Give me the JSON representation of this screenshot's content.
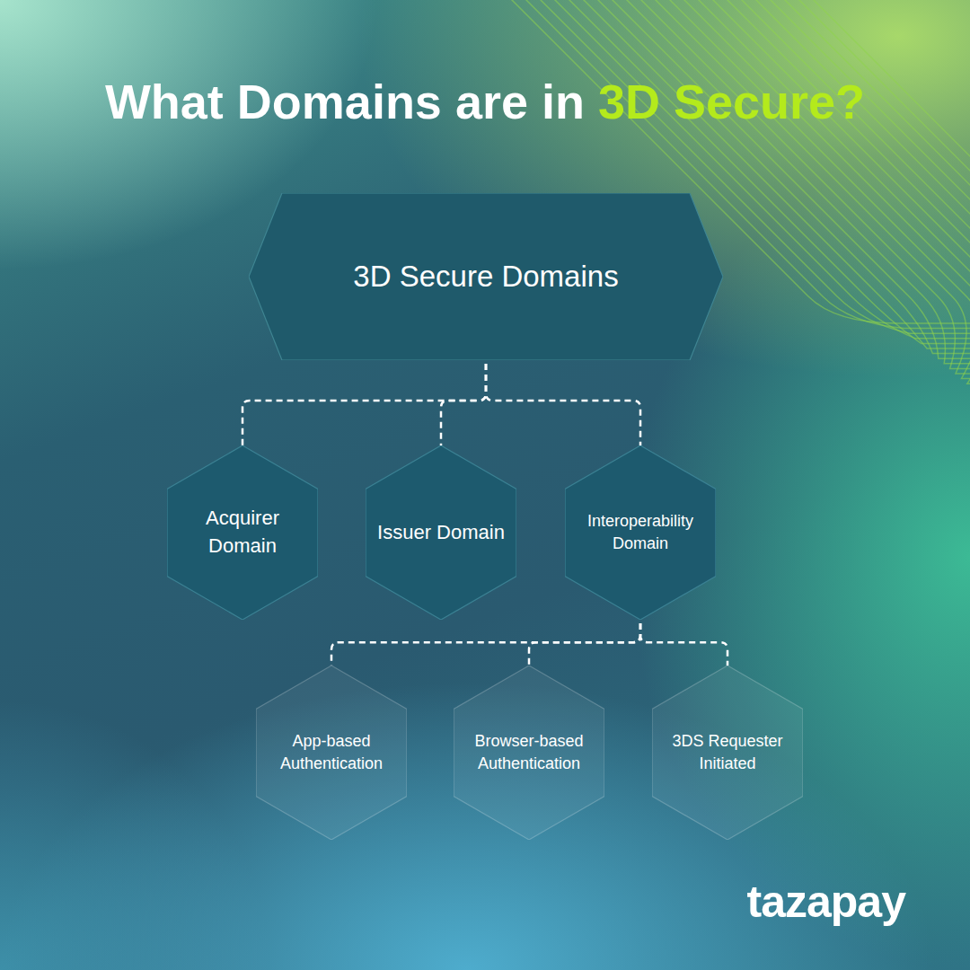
{
  "diagram": {
    "title": "What Domains are in 3D Secure?",
    "nodes": [
      {
        "text": [
          "3D Secure Domains"
        ]
      },
      {
        "text": [
          "Acquirer Domain"
        ]
      },
      {
        "text": [
          "Issuer Domain"
        ]
      },
      {
        "text": [
          "Interoperability Domain"
        ]
      },
      {
        "text": [
          "App-based Authentication"
        ]
      },
      {
        "text": [
          "Browser-based Authentication"
        ]
      },
      {
        "text": [
          "3DS Requester Initiated"
        ]
      }
    ],
    "edges": [
      {
        "from": 0,
        "to": 1,
        "arrow": "none"
      },
      {
        "from": 0,
        "to": 2,
        "arrow": "none"
      },
      {
        "from": 0,
        "to": 3,
        "arrow": "none"
      },
      {
        "from": 3,
        "to": 4,
        "arrow": "none"
      },
      {
        "from": 3,
        "to": 5,
        "arrow": "none"
      },
      {
        "from": 3,
        "to": 6,
        "arrow": "none"
      }
    ],
    "labels": [
      "tazapay"
    ]
  }
}
